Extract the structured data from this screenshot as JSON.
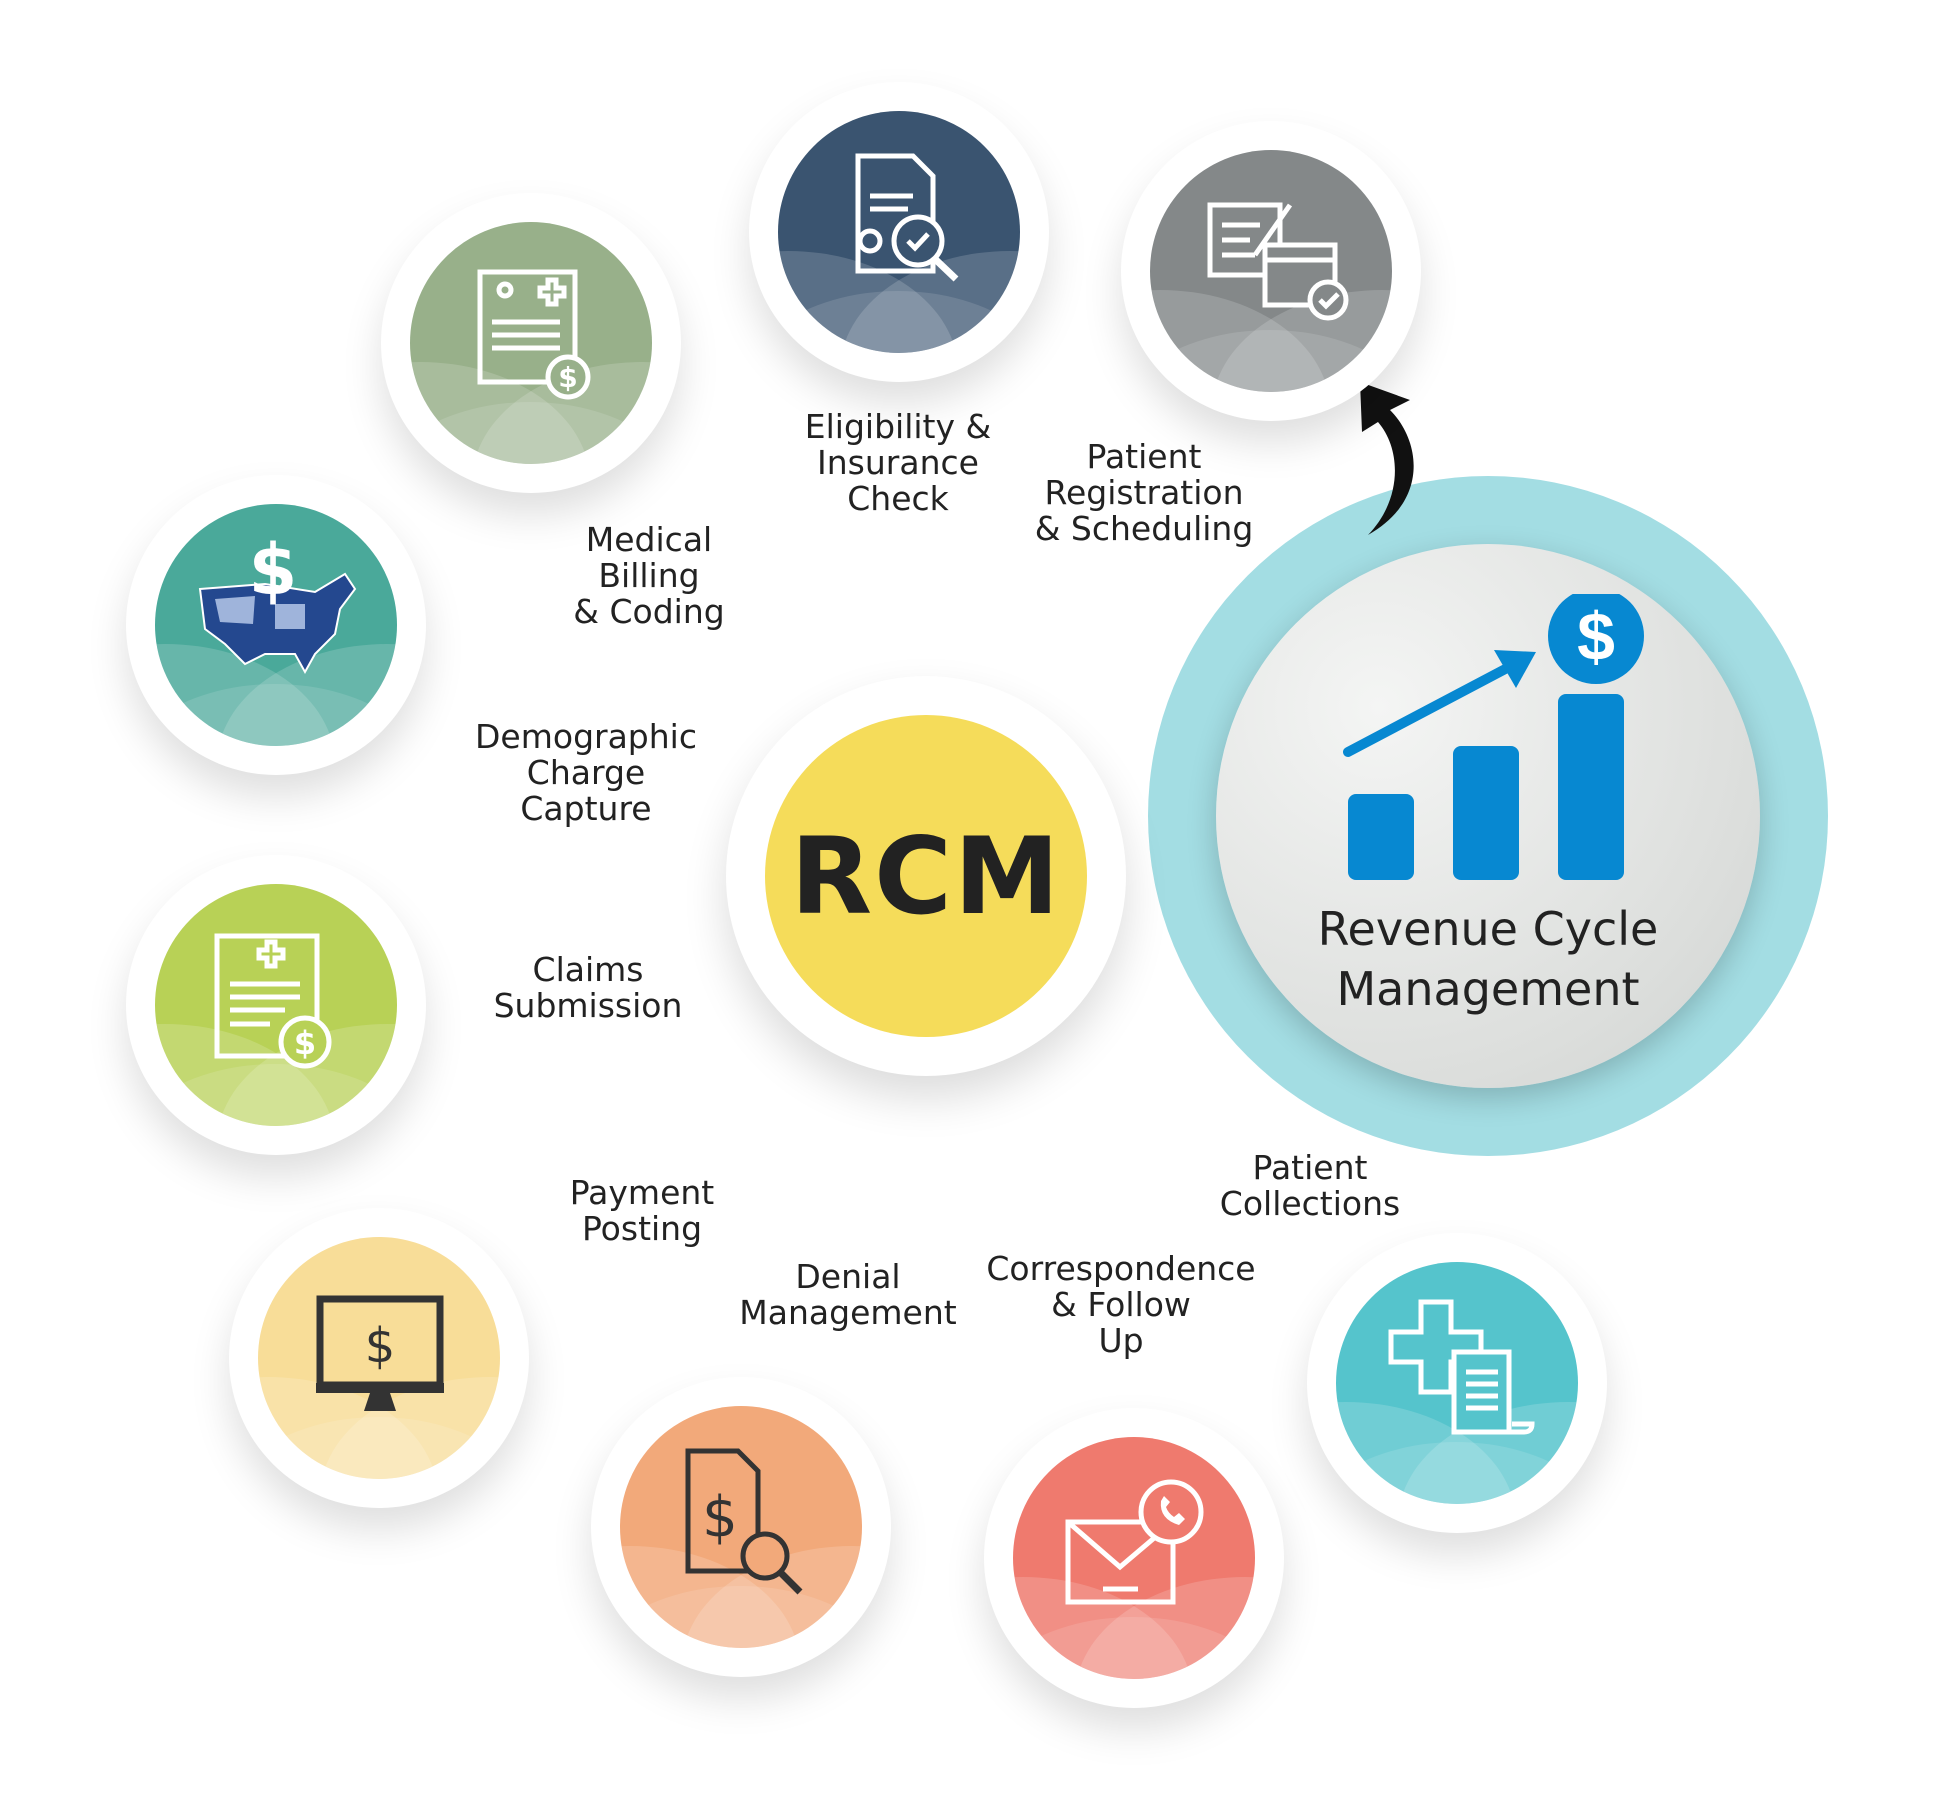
{
  "center": {
    "label": "RCM"
  },
  "hub": {
    "title_line1": "Revenue Cycle",
    "title_line2": "Management"
  },
  "steps": [
    {
      "name": "patient-registration",
      "lines": [
        "Patient",
        "Registration",
        "& Scheduling"
      ],
      "color": "#848889",
      "icon": "form-calendar-icon"
    },
    {
      "name": "eligibility",
      "lines": [
        "Eligibility &",
        "Insurance",
        "Check"
      ],
      "color": "#3a5470",
      "icon": "document-search-check-icon"
    },
    {
      "name": "medical-billing",
      "lines": [
        "Medical",
        "Billing",
        "& Coding"
      ],
      "color": "#98b08a",
      "icon": "medical-bill-icon"
    },
    {
      "name": "demographic-charge",
      "lines": [
        "Demographic",
        "Charge",
        "Capture"
      ],
      "color": "#4aa99a",
      "icon": "usa-map-dollar-icon"
    },
    {
      "name": "claims-submission",
      "lines": [
        "Claims",
        "Submission"
      ],
      "color": "#b8d156",
      "icon": "claim-form-dollar-icon"
    },
    {
      "name": "payment-posting",
      "lines": [
        "Payment",
        "Posting"
      ],
      "color": "#f8dd98",
      "icon": "monitor-dollar-icon"
    },
    {
      "name": "denial-management",
      "lines": [
        "Denial",
        "Management"
      ],
      "color": "#f2a97a",
      "icon": "dollar-document-search-icon"
    },
    {
      "name": "correspondence",
      "lines": [
        "Correspondence",
        "& Follow",
        "Up"
      ],
      "color": "#ef7a6e",
      "icon": "envelope-phone-icon"
    },
    {
      "name": "patient-collections",
      "lines": [
        "Patient",
        "Collections"
      ],
      "color": "#55c4cc",
      "icon": "medical-scroll-icon"
    }
  ],
  "colors": {
    "hub_ring": "#a3dde3",
    "chart_blue": "#0788d1",
    "center": "#f5dc5a"
  }
}
